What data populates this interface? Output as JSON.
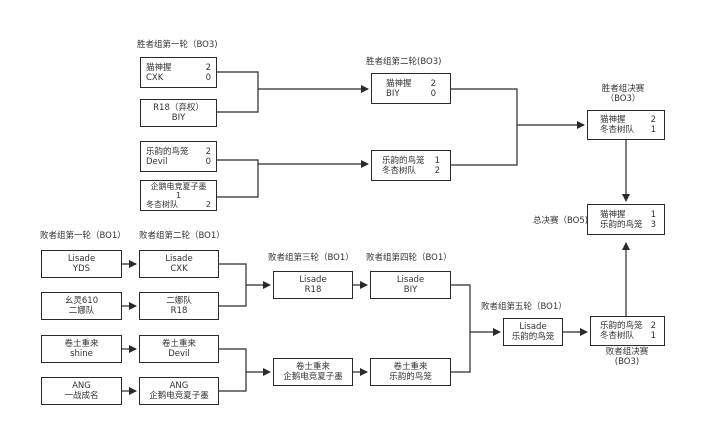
{
  "labels": {
    "winners_r1": "胜者组第一轮（BO3)",
    "winners_r2": "胜者组第二轮(BO3)",
    "winners_final_1": "胜者组决赛",
    "winners_final_2": "（BO3）",
    "grand_final": "总决赛（BO5)",
    "losers_r1": "败者组第一轮（BO1）",
    "losers_r2": "败者组第二轮（BO1）",
    "losers_r3": "败者组第三轮（BO1）",
    "losers_r4": "败者组第四轮（BO1）",
    "losers_r5": "败者组第五轮（BO1）",
    "losers_final_1": "败者组决赛",
    "losers_final_2": "(BO3)"
  },
  "matches": {
    "wb1_m1": {
      "team1": "猫神握",
      "score1": "2",
      "team2": "CXK",
      "score2": "0"
    },
    "wb1_m2": {
      "line1": "R18（弃权）",
      "line2": "BIY"
    },
    "wb1_m3": {
      "team1": "乐韵的鸟笼",
      "score1": "2",
      "team2": "Devil",
      "score2": "0"
    },
    "wb1_m4": {
      "line1": "企鹅电竞夏子墨",
      "line2": "1",
      "team2": "冬杏树队",
      "score2": "2"
    },
    "wb2_m1": {
      "team1": "猫神握",
      "score1": "2",
      "team2": "BIY",
      "score2": "0"
    },
    "wb2_m2": {
      "team1": "乐韵的鸟笼",
      "score1": "1",
      "team2": "冬杏树队",
      "score2": "2"
    },
    "wbf": {
      "team1": "猫神握",
      "score1": "2",
      "team2": "冬杏树队",
      "score2": "1"
    },
    "gf": {
      "team1": "猫神握",
      "score1": "1",
      "team2": "乐韵的鸟笼",
      "score2": "3"
    },
    "lb1_m1": {
      "line1": "Lisade",
      "line2": "YDS"
    },
    "lb1_m2": {
      "line1": "幺灵610",
      "line2": "二娜队"
    },
    "lb1_m3": {
      "line1": "卷土重来",
      "line2": "shine"
    },
    "lb1_m4": {
      "line1": "ANG",
      "line2": "一战成名"
    },
    "lb2_m1": {
      "line1": "Lisade",
      "line2": "CXK"
    },
    "lb2_m2": {
      "line1": "二娜队",
      "line2": "R18"
    },
    "lb2_m3": {
      "line1": "卷土重来",
      "line2": "Devil"
    },
    "lb2_m4": {
      "line1": "ANG",
      "line2": "企鹅电竞夏子墨"
    },
    "lb3_m1": {
      "line1": "Lisade",
      "line2": "R18"
    },
    "lb3_m2": {
      "line1": "卷土重来",
      "line2": "企鹅电竞夏子墨"
    },
    "lb4_m1": {
      "line1": "Lisade",
      "line2": "BIY"
    },
    "lb4_m2": {
      "line1": "卷土重来",
      "line2": "乐韵的鸟笼"
    },
    "lb5": {
      "line1": "Lisade",
      "line2": "乐韵的鸟笼"
    },
    "lbf": {
      "team1": "乐韵的鸟笼",
      "score1": "2",
      "team2": "冬杏树队",
      "score2": "1"
    }
  }
}
